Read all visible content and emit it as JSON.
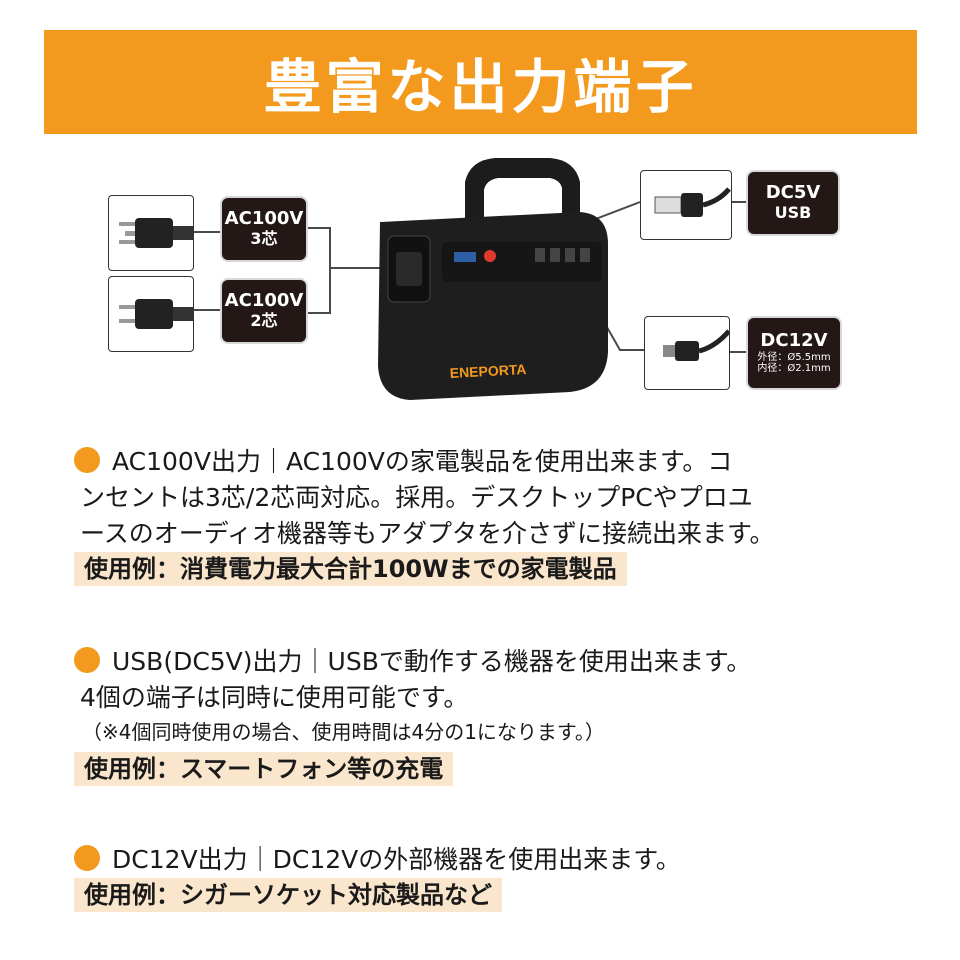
{
  "header": {
    "title": "豊富な出力端子"
  },
  "diagram": {
    "labels": {
      "ac3": {
        "line1": "AC100V",
        "line2": "3芯"
      },
      "ac2": {
        "line1": "AC100V",
        "line2": "2芯"
      },
      "usb": {
        "line1": "DC5V",
        "line2": "USB"
      },
      "dc12": {
        "line1": "DC12V",
        "line2": "外径：Ø5.5mm",
        "line3": "内径：Ø2.1mm"
      }
    },
    "device": {
      "brand": "ENEPORTA"
    }
  },
  "sections": [
    {
      "lines": [
        "AC100V出力｜AC100Vの家電製品を使用出来ます。コ",
        "ンセントは3芯/2芯両対応。採用。デスクトップPCやプロユ",
        "ースのオーディオ機器等もアダプタを介さずに接続出来ます。"
      ],
      "example": "使用例：消費電力最大合計100Wまでの家電製品"
    },
    {
      "lines": [
        "USB(DC5V)出力｜USBで動作する機器を使用出来ます。",
        "4個の端子は同時に使用可能です。"
      ],
      "note": "（※4個同時使用の場合、使用時間は4分の1になります。）",
      "example": "使用例：スマートフォン等の充電"
    },
    {
      "lines": [
        "DC12V出力｜DC12Vの外部機器を使用出来ます。"
      ],
      "example": "使用例：シガーソケット対応製品など"
    }
  ],
  "colors": {
    "accent": "#f39a1e",
    "highlight": "#f9e6cc",
    "label_bg": "#231815"
  }
}
